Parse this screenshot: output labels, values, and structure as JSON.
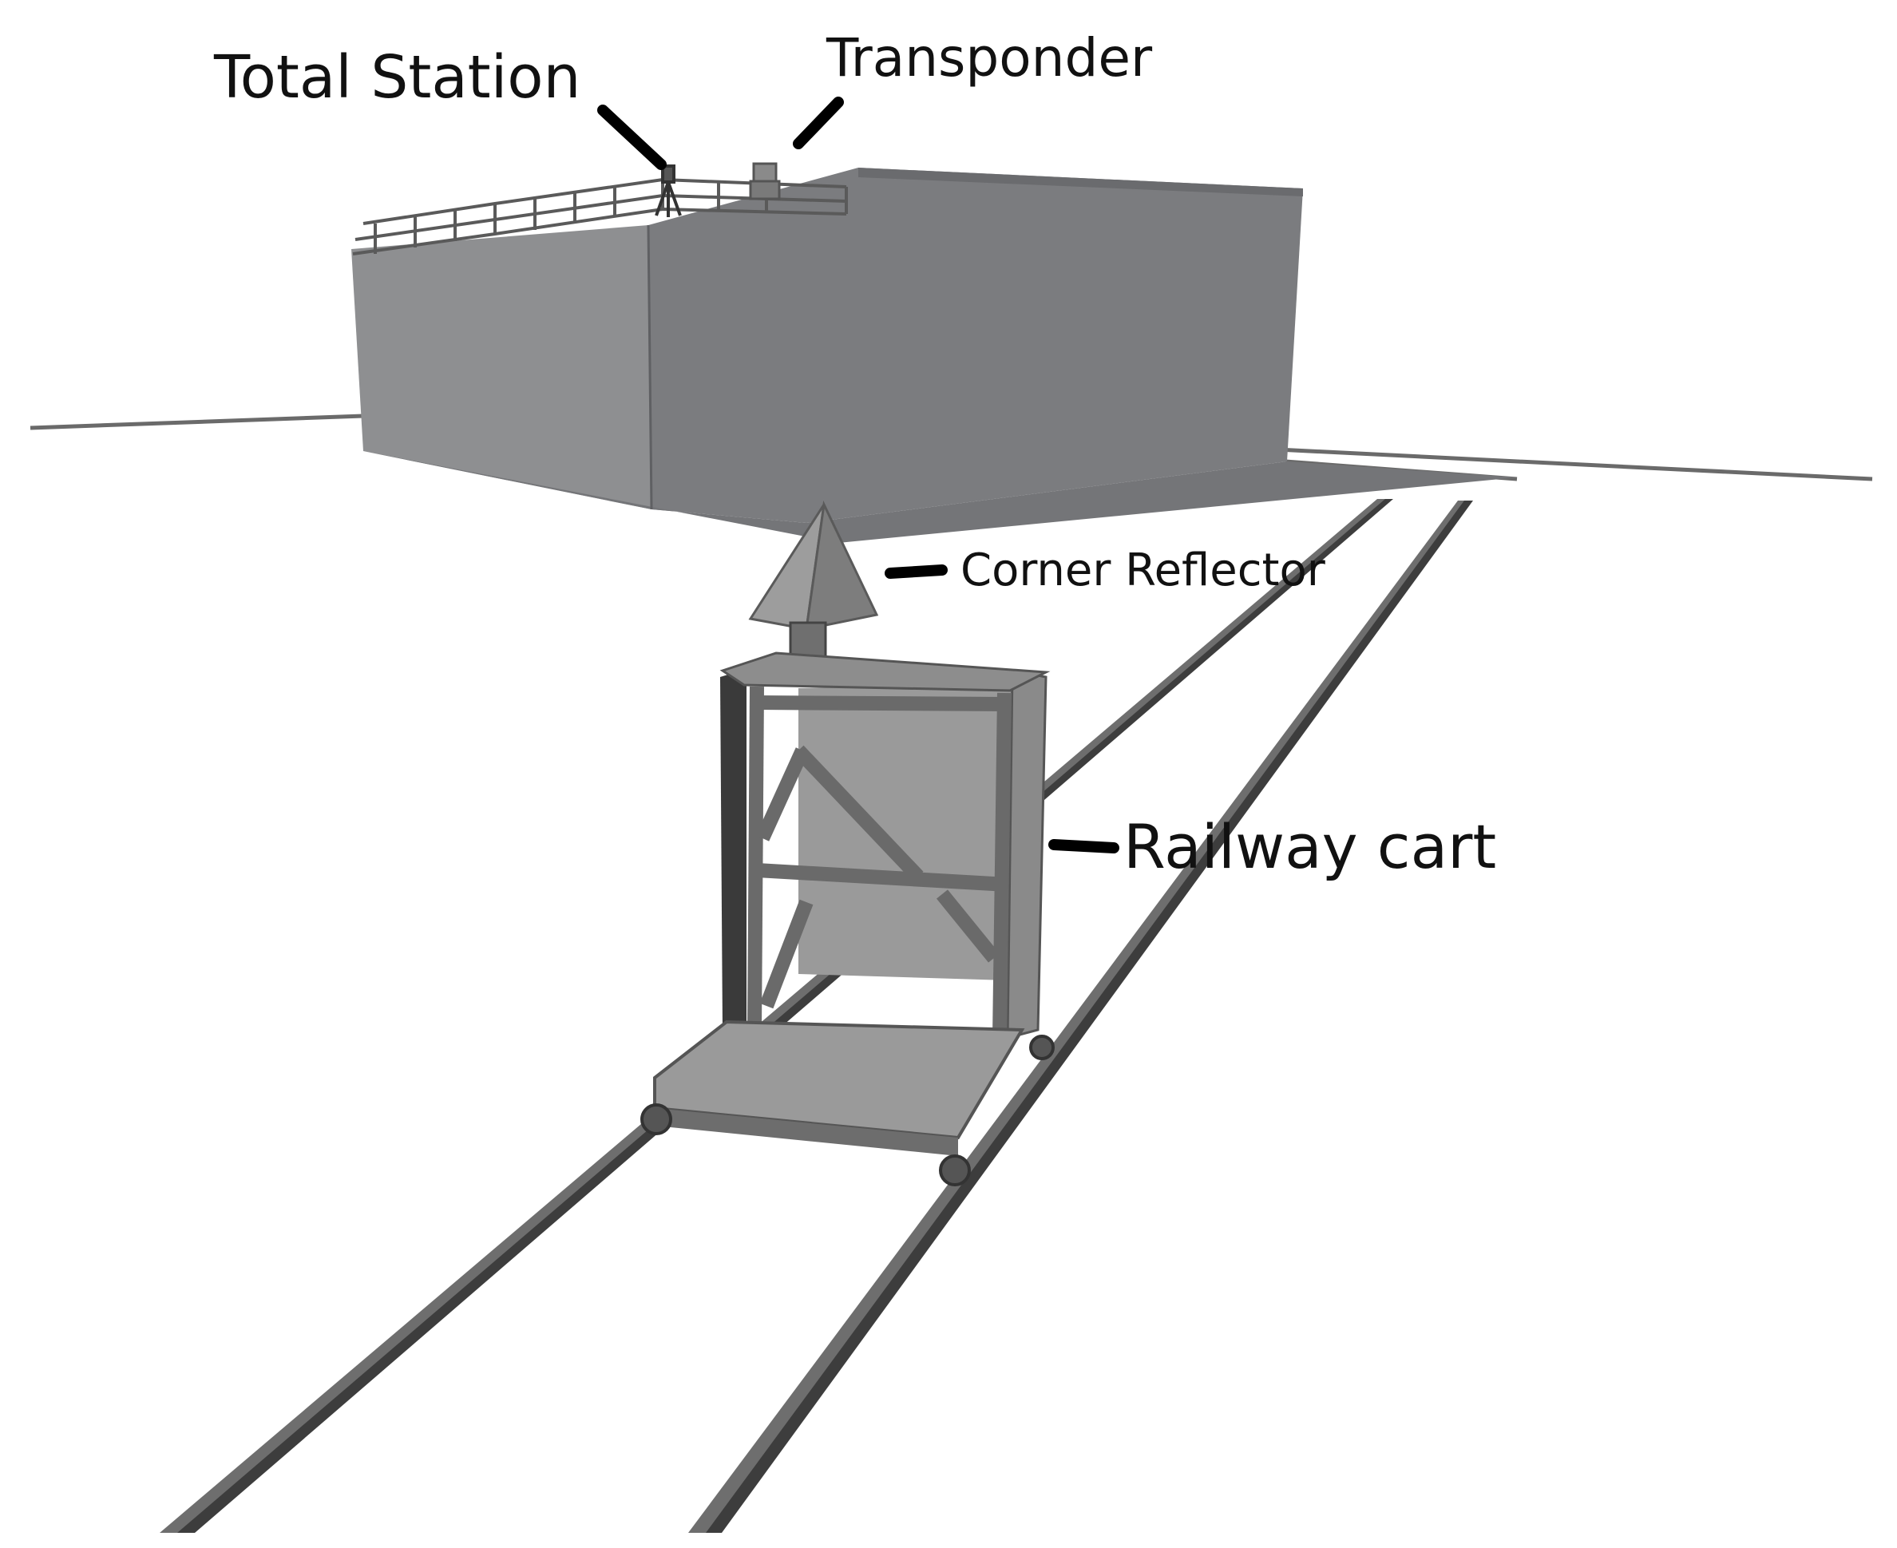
{
  "labels": {
    "total_station": "Total Station",
    "transponder": "Transponder",
    "corner_reflector": "Corner Reflector",
    "railway_cart": "Railway cart"
  },
  "colors": {
    "building_front": "#7b7c7f",
    "building_left": "#8e8f91",
    "building_bottom": "#6f7073",
    "rail": "#6e6e6e",
    "rail_dark": "#3d3d3d",
    "cart_frame": "#858585",
    "cart_panel": "#9a9a9a",
    "cart_shadow": "#3a3a3a",
    "leader_line": "#000000"
  }
}
